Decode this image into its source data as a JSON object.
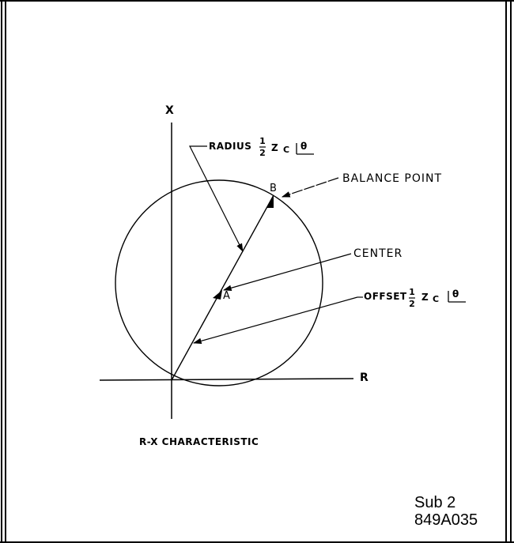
{
  "diagram": {
    "axis_x_label": "X",
    "axis_r_label": "R",
    "radius_label": "RADIUS",
    "offset_label": "OFFSET",
    "frac_num": "1",
    "frac_den": "2",
    "z_symbol": "Z",
    "c_subscript": "C",
    "theta": "θ",
    "balance_point_label": "BALANCE POINT",
    "center_label": "CENTER",
    "point_a": "A",
    "point_b": "B",
    "caption": "R-X CHARACTERISTIC"
  },
  "reference": {
    "line1": "Sub 2",
    "line2": "849A035"
  }
}
